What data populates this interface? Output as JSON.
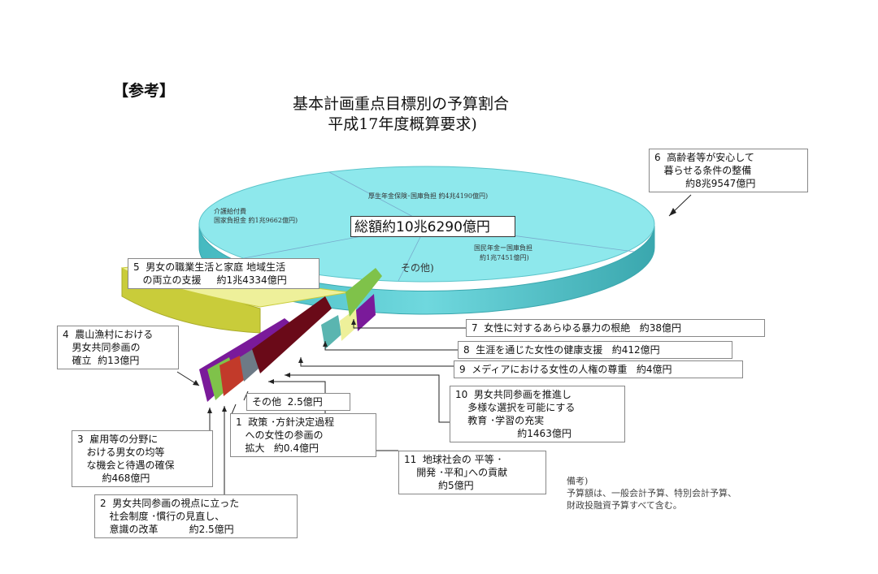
{
  "header": {
    "ref": "【参考】",
    "title": "基本計画重点目標別の予算割合",
    "subtitle": "平成17年度概算要求)"
  },
  "total_label": "総額約10兆6290億円",
  "pie_labels": {
    "pension": "厚生年金保険･国庫負担 約4兆4190億円)",
    "nursing": [
      "介護給付費",
      "国家負担金 約1兆9662億円)"
    ],
    "national_pension": [
      "国民年金ー国庫負担",
      "約1兆7451億円)"
    ],
    "other_in_pie": "その他)"
  },
  "boxes": {
    "b6": [
      "6  高齢者等が安心して",
      "   暮らせる条件の整備",
      "          約8兆9547億円"
    ],
    "b5": [
      "5  男女の職業生活と家庭 地域生活",
      "   の両立の支援     約1兆4334億円"
    ],
    "b4": [
      "4  農山漁村における",
      "   男女共同参画の",
      "   確立  約13億円"
    ],
    "b7": [
      "7  女性に対するあらゆる暴力の根絶   約38億円"
    ],
    "b8": [
      "8  生涯を通じた女性の健康支援   約412億円"
    ],
    "b9": [
      "9  メディアにおける女性の人権の尊重   約4億円"
    ],
    "b10": [
      "10  男女共同参画を推進し",
      "    多様な選択を可能にする",
      "    教育 ･学習の充実",
      "                    約1463億円"
    ],
    "other": [
      "その他  2.5億円"
    ],
    "b1": [
      "1  政策 ･方針決定過程",
      "   への女性の参画の",
      "   拡大   約0.4億円"
    ],
    "b3": [
      "3  雇用等の分野に",
      "   おける男女の均等",
      "   な機会と待遇の確保",
      "        約468億円"
    ],
    "b11": [
      "11  地球社会の 平等 ･",
      "    開発 ･平和｣への貢献",
      "           約5億円"
    ],
    "b2": [
      "2  男女共同参画の視点に立った",
      "   社会制度 ･慣行の見直し、",
      "   意識の改革          約2.5億円"
    ]
  },
  "note": [
    "備考)",
    "予算額は、一般会計予算、特別会計予算、",
    "財政投融資予算すべて含む。"
  ],
  "colors": {
    "pie_top": "#8ee8ec",
    "pie_side": "#55c8cf",
    "pie_edge": "#3aa7ae",
    "slice5_top": "#eef09a",
    "slice5_side": "#c9cc3a",
    "small_purple": "#7a1a9a",
    "small_maroon": "#6a0a18",
    "small_green": "#7fc24a",
    "small_red": "#c23a2a",
    "small_gray": "#6d7a86",
    "small_teal": "#5ab5b0"
  },
  "chart_data": {
    "type": "pie",
    "title": "基本計画重点目標別の予算割合",
    "subtitle": "平成17年度概算要求)",
    "total": "総額約10兆6290億円",
    "unit": "億円",
    "slices": [
      {
        "label": "6 高齢者等が安心して暮らせる条件の整備",
        "value": 89547
      },
      {
        "label": "5 男女の職業生活と家庭 地域生活の両立の支援",
        "value": 14334
      },
      {
        "label": "10 男女共同参画を推進し多様な選択を可能にする教育 ･学習の充実",
        "value": 1463
      },
      {
        "label": "3 雇用等の分野における男女の均等な機会と待遇の確保",
        "value": 468
      },
      {
        "label": "8 生涯を通じた女性の健康支援",
        "value": 412
      },
      {
        "label": "7 女性に対するあらゆる暴力の根絶",
        "value": 38
      },
      {
        "label": "4 農山漁村における男女共同参画の確立",
        "value": 13
      },
      {
        "label": "11 地球社会の 平等 ･開発 ･平和｣への貢献",
        "value": 5
      },
      {
        "label": "9 メディアにおける女性の人権の尊重",
        "value": 4
      },
      {
        "label": "2 男女共同参画の視点に立った社会制度 ･慣行の見直し、意識の改革",
        "value": 2.5
      },
      {
        "label": "その他",
        "value": 2.5
      },
      {
        "label": "1 政策 ･方針決定過程への女性の参画の拡大",
        "value": 0.4
      }
    ],
    "breakdown_of_6": [
      {
        "label": "厚生年金保険･国庫負担",
        "value": 44190
      },
      {
        "label": "介護給付費 国家負担金",
        "value": 19662
      },
      {
        "label": "国民年金ー国庫負担",
        "value": 17451
      }
    ]
  }
}
